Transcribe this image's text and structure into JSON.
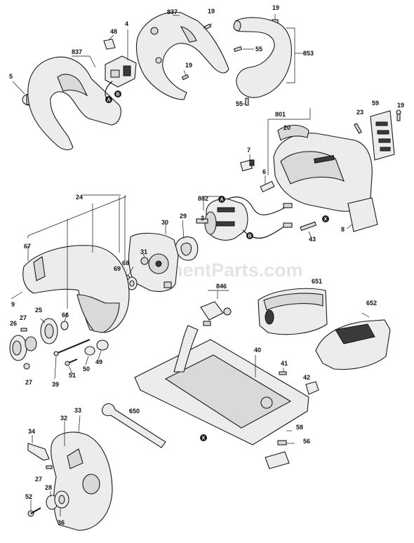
{
  "watermark": "eReplacementParts.com",
  "callouts": {
    "c837a": "837",
    "c48": "48",
    "c4": "4",
    "c5": "5",
    "c837b": "837",
    "c19a": "19",
    "c19b": "19",
    "c19c": "19",
    "c55a": "55",
    "c853": "853",
    "c55b": "55",
    "c801": "801",
    "c20": "20",
    "c23": "23",
    "c59": "59",
    "c19d": "19",
    "c7": "7",
    "c6": "6",
    "c24": "24",
    "c802": "802",
    "c3": "3",
    "c29": "29",
    "c30": "30",
    "c8": "8",
    "c43": "43",
    "c67": "67",
    "c31": "31",
    "c68": "68",
    "c69": "69",
    "c651": "651",
    "c9": "9",
    "c846": "846",
    "c652": "652",
    "c25": "25",
    "c27a": "27",
    "c26": "26",
    "c66": "66",
    "c40": "40",
    "c27b": "27",
    "c39": "39",
    "c51": "51",
    "c50": "50",
    "c49": "49",
    "c41": "41",
    "c42": "42",
    "c33": "33",
    "c650": "650",
    "c32": "32",
    "c34": "34",
    "c58": "58",
    "c56": "56",
    "c27c": "27",
    "c28": "28",
    "c52": "52",
    "c36": "36"
  },
  "connectors": {
    "a": "A",
    "b": "B",
    "x": "X"
  }
}
